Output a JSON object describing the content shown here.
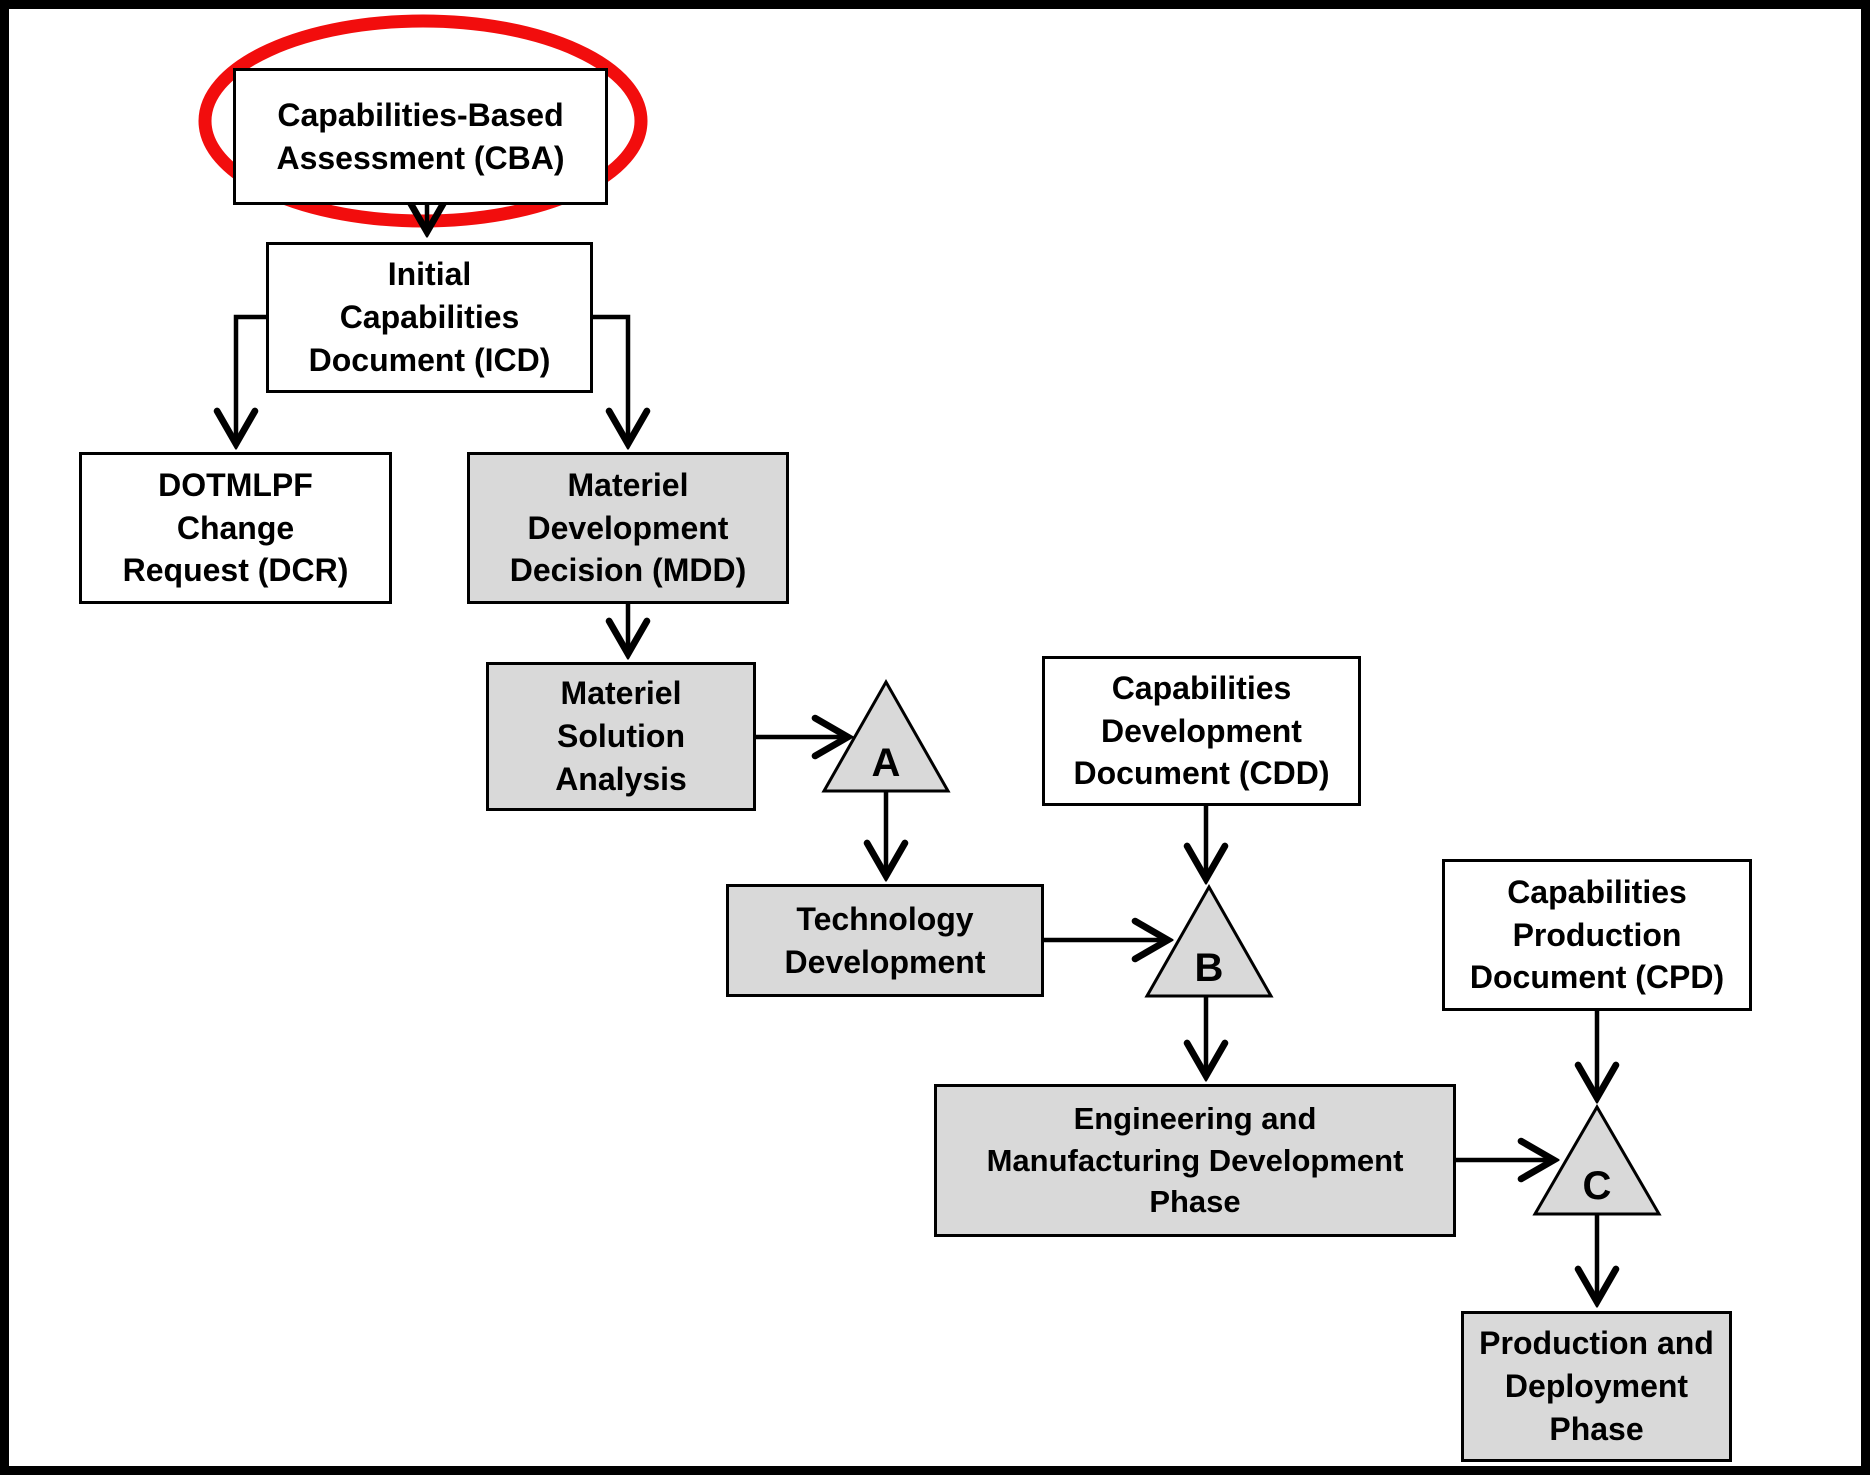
{
  "diagram": {
    "title": "Requirements and acquisition process flowchart",
    "colors": {
      "background": "#ffffff",
      "frame": "#000000",
      "box_border": "#000000",
      "box_white_fill": "#ffffff",
      "box_gray_fill": "#d9d9d9",
      "arrow": "#000000",
      "highlight_red": "#f20d0d"
    },
    "boxes": {
      "cba": {
        "label": "Capabilities-Based\nAssessment (CBA)",
        "fill": "white",
        "highlighted": true
      },
      "icd": {
        "label": "Initial\nCapabilities\nDocument (ICD)",
        "fill": "white"
      },
      "dcr": {
        "label": "DOTMLPF\nChange\nRequest (DCR)",
        "fill": "white"
      },
      "mdd": {
        "label": "Materiel\nDevelopment\nDecision (MDD)",
        "fill": "gray"
      },
      "msa": {
        "label": "Materiel\nSolution\nAnalysis",
        "fill": "gray"
      },
      "td": {
        "label": "Technology\nDevelopment",
        "fill": "gray"
      },
      "cdd": {
        "label": "Capabilities\nDevelopment\nDocument (CDD)",
        "fill": "white"
      },
      "cpd": {
        "label": "Capabilities\nProduction\nDocument (CPD)",
        "fill": "white"
      },
      "emd": {
        "label": "Engineering and\nManufacturing  Development\nPhase",
        "fill": "gray"
      },
      "pd": {
        "label": "Production and\nDeployment\nPhase",
        "fill": "gray"
      }
    },
    "milestones": {
      "a": "A",
      "b": "B",
      "c": "C"
    },
    "connections": [
      "CBA -> ICD",
      "ICD -> DCR",
      "ICD -> MDD",
      "MDD -> MSA",
      "MSA -> Milestone A",
      "Milestone A -> Technology Development",
      "CDD -> Milestone B",
      "Technology Development -> Milestone B",
      "Milestone B -> EMD Phase",
      "EMD Phase -> Milestone C",
      "CPD -> Milestone C",
      "Milestone C -> Production and Deployment Phase"
    ]
  }
}
